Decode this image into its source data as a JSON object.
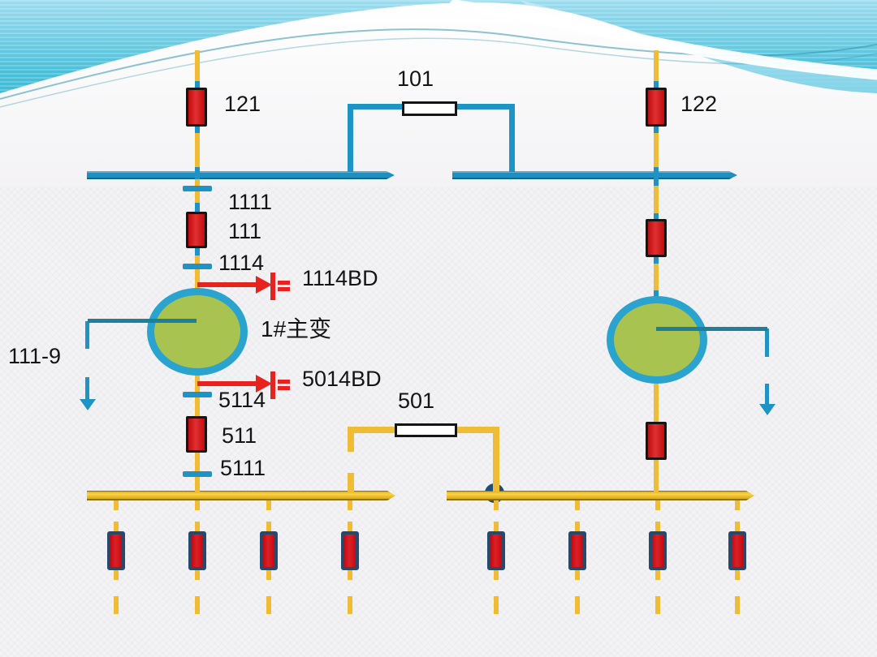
{
  "slide": {
    "type": "substation-single-line-diagram"
  },
  "colors": {
    "line_blue": "#1e93c6",
    "bus_blue": "#1d8fc0",
    "line_yellow": "#f0bc35",
    "breaker_red": "#c00d10",
    "breaker_border_black": "#151515",
    "feeder_breaker_border": "#27496e",
    "transformer_green": "#a9c351",
    "transformer_ring": "#2ba3cf",
    "arrow_red": "#e8231e",
    "winding_line_teal": "#1f7e9a",
    "junction_dot": "#1c4f7c",
    "tie_box_fill": "#ffffff",
    "tie_box_border": "#151515",
    "label_color": "#141414",
    "banner_teal": "#35b6d4"
  },
  "labels": {
    "breaker_121": "121",
    "breaker_122": "122",
    "tie_101": "101",
    "disconnect_1111": "1111",
    "breaker_111": "111",
    "disconnect_1114": "1114",
    "ground_1114bd": "1114BD",
    "transformer_1": "1#主变",
    "disconnect_111_9": "111-9",
    "ground_5014bd": "5014BD",
    "disconnect_5114": "5114",
    "breaker_511": "511",
    "tie_501": "501",
    "disconnect_5111": "5111"
  },
  "feeders": {
    "left_count": 4,
    "right_count": 4
  }
}
